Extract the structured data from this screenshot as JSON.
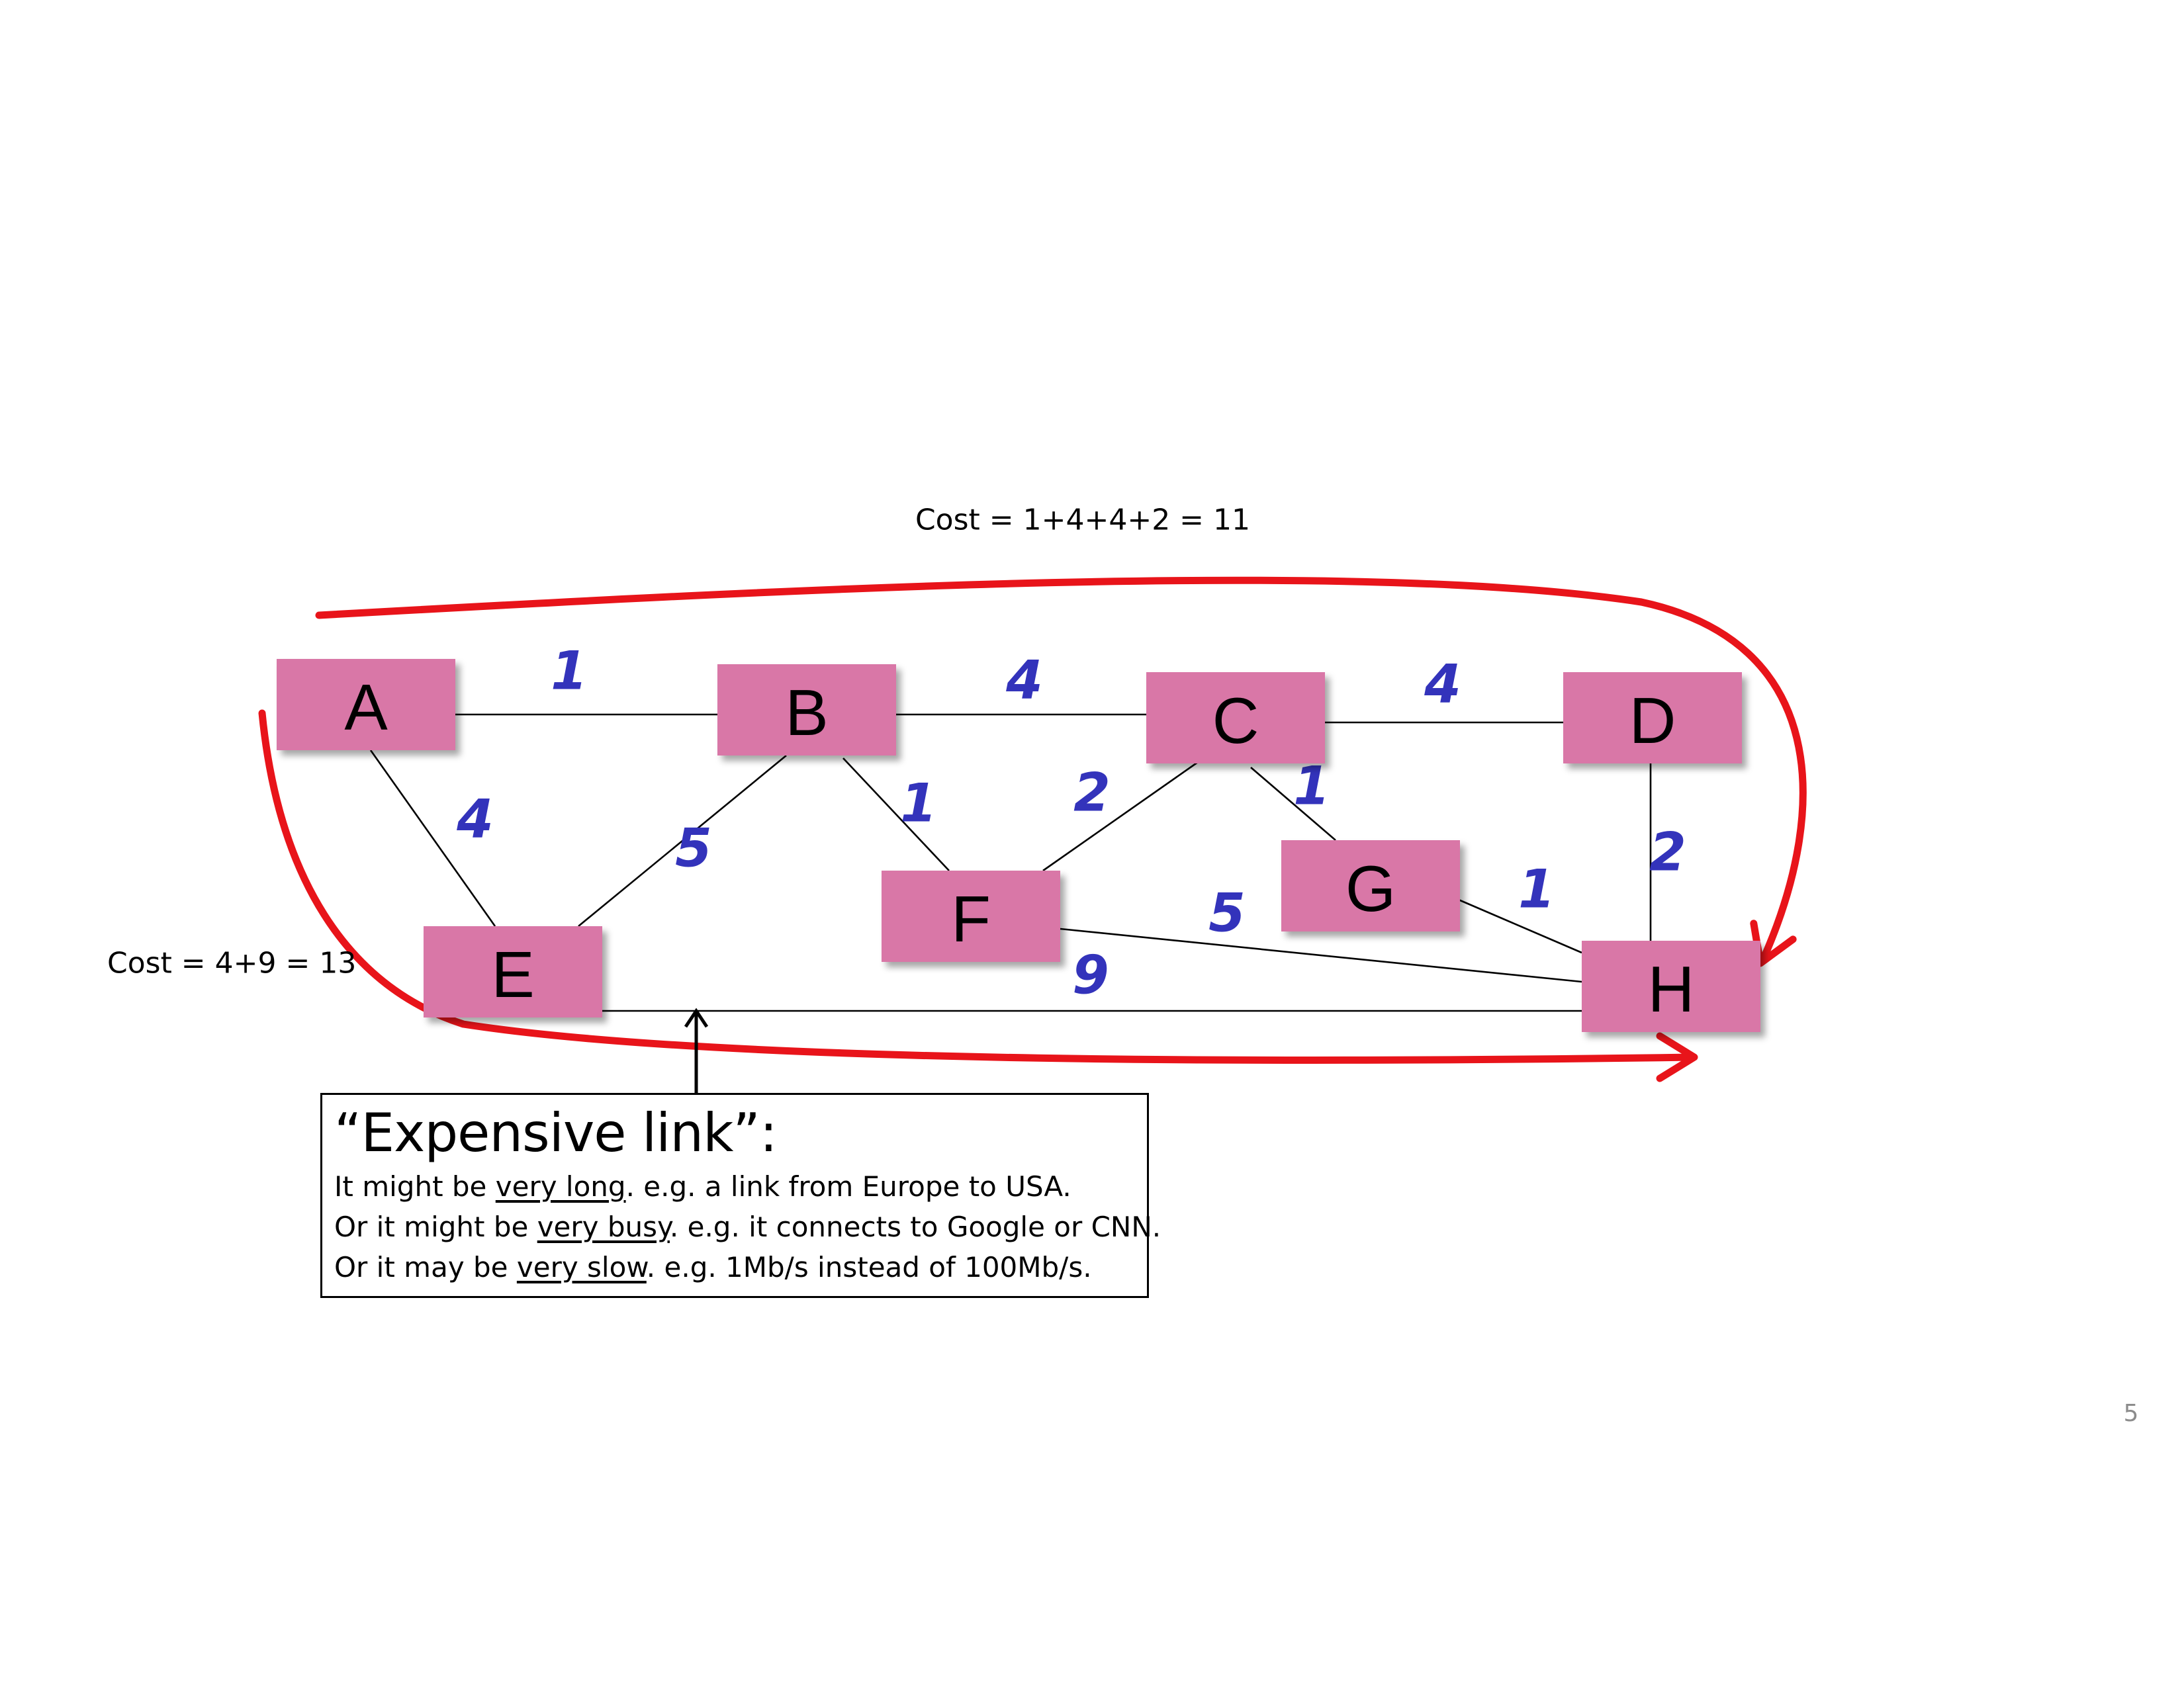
{
  "colors": {
    "node_fill": "#d977a7",
    "weight_text": "#3333bb",
    "path_highlight": "#e8141a",
    "edge_line": "#000000",
    "page_number": "#8c8c8c"
  },
  "diagram": {
    "nodes": [
      {
        "id": "A",
        "label": "A"
      },
      {
        "id": "B",
        "label": "B"
      },
      {
        "id": "C",
        "label": "C"
      },
      {
        "id": "D",
        "label": "D"
      },
      {
        "id": "E",
        "label": "E"
      },
      {
        "id": "F",
        "label": "F"
      },
      {
        "id": "G",
        "label": "G"
      },
      {
        "id": "H",
        "label": "H"
      }
    ],
    "edges": [
      {
        "from": "A",
        "to": "B",
        "weight": "1"
      },
      {
        "from": "B",
        "to": "C",
        "weight": "4"
      },
      {
        "from": "C",
        "to": "D",
        "weight": "4"
      },
      {
        "from": "A",
        "to": "E",
        "weight": "4"
      },
      {
        "from": "B",
        "to": "E",
        "weight": "5"
      },
      {
        "from": "B",
        "to": "F",
        "weight": "1"
      },
      {
        "from": "C",
        "to": "F",
        "weight": "2"
      },
      {
        "from": "C",
        "to": "G",
        "weight": "1"
      },
      {
        "from": "D",
        "to": "H",
        "weight": "2"
      },
      {
        "from": "G",
        "to": "H",
        "weight": "1"
      },
      {
        "from": "F",
        "to": "H",
        "weight": "5"
      },
      {
        "from": "E",
        "to": "H",
        "weight": "9"
      }
    ],
    "paths": [
      {
        "route": [
          "A",
          "B",
          "C",
          "D",
          "H"
        ],
        "cost_label": "Cost = 1+4+4+2 = 11"
      },
      {
        "route": [
          "A",
          "E",
          "H"
        ],
        "cost_label": "Cost = 4+9 = 13"
      }
    ]
  },
  "callout": {
    "title": "“Expensive link”:",
    "lines": [
      {
        "prefix": "It might be ",
        "underlined": "very long",
        "suffix": ". e.g. a link from Europe to USA."
      },
      {
        "prefix": "Or it might be ",
        "underlined": "very busy",
        "suffix": ". e.g. it connects to Google or CNN."
      },
      {
        "prefix": "Or it may be ",
        "underlined": "very slow",
        "suffix": ". e.g. 1Mb/s instead of 100Mb/s."
      }
    ]
  },
  "page_number": "5"
}
